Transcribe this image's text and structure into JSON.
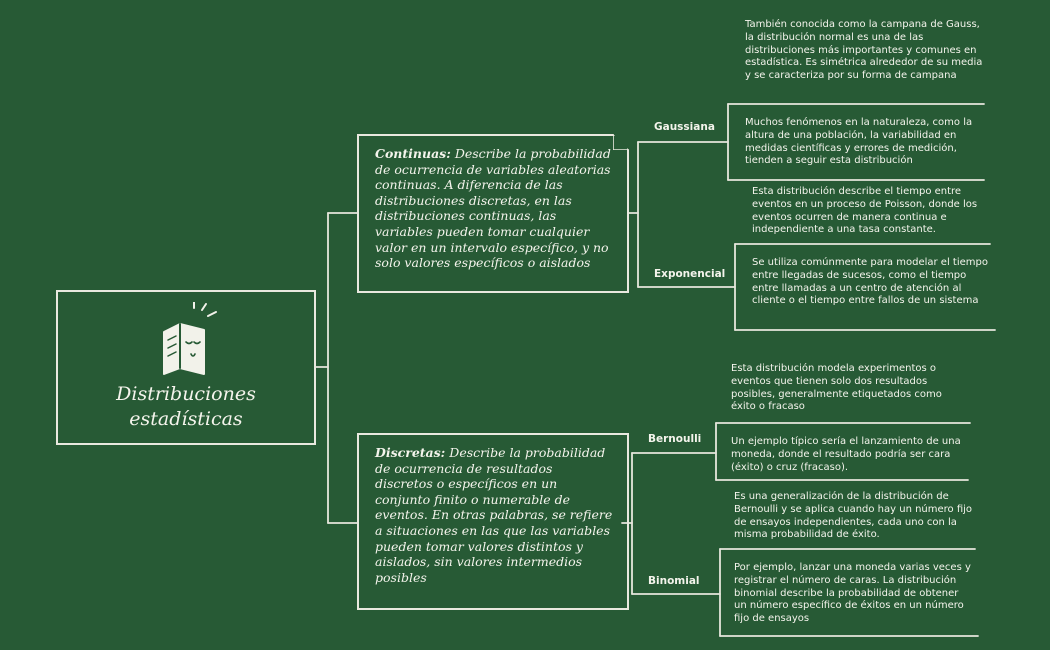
{
  "root": {
    "title_line1": "Distribuciones",
    "title_line2": "estadísticas"
  },
  "continuas": {
    "heading": "Continuas:",
    "text": "Describe la probabilidad de ocurrencia de variables aleatorias continuas. A diferencia de las distribuciones discretas, en las distribuciones continuas, las variables pueden tomar cualquier valor en un intervalo específico, y no solo valores específicos o aislados"
  },
  "discretas": {
    "heading": "Discretas:",
    "text": "Describe la probabilidad de ocurrencia de resultados discretos o específicos en un conjunto finito o numerable de eventos. En otras palabras, se refiere a situaciones en las que las variables pueden tomar valores distintos y aislados, sin valores intermedios posibles"
  },
  "gaussiana": {
    "label": "Gaussiana",
    "desc1": "También conocida como la campana de Gauss, la distribución normal es una de las distribuciones más importantes y comunes en estadística. Es simétrica alrededor de su media y se caracteriza por su forma de campana",
    "desc2": "Muchos fenómenos en la naturaleza, como la altura de una población, la variabilidad en medidas científicas y errores de medición, tienden a seguir esta distribución"
  },
  "exponencial": {
    "label": "Exponencial",
    "desc1": "Esta distribución describe el tiempo entre eventos en un proceso de Poisson, donde los eventos ocurren de manera continua e independiente a una tasa constante.",
    "desc2": "Se utiliza comúnmente para modelar el tiempo entre llegadas de sucesos, como el tiempo entre llamadas a un centro de atención al cliente o el tiempo entre fallos de un sistema"
  },
  "bernoulli": {
    "label": "Bernoulli",
    "desc1": "Esta distribución modela experimentos o eventos que tienen solo dos resultados posibles, generalmente etiquetados como éxito o fracaso",
    "desc2": "Un ejemplo típico sería el lanzamiento de una moneda, donde el resultado podría ser cara (éxito) o cruz (fracaso)."
  },
  "binomial": {
    "label": "Binomial",
    "desc1": "Es una generalización de la distribución de Bernoulli y se aplica cuando hay un número fijo de ensayos independientes, cada uno con la misma probabilidad de éxito.",
    "desc2": "Por ejemplo, lanzar una moneda varias veces y registrar el número de caras. La distribución binomial describe la probabilidad de obtener un número específico de éxitos en un número fijo de ensayos"
  }
}
